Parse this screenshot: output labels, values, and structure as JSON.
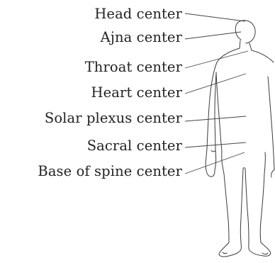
{
  "labels": {
    "head": "Head center",
    "ajna": "Ajna center",
    "throat": "Throat center",
    "heart": "Heart center",
    "solar_plexus": "Solar plexus center",
    "sacral": "Sacral center",
    "base_of_spine": "Base of spine center"
  },
  "colors": {
    "text": "#222222",
    "outline": "#3a3a3a",
    "background": "#ffffff"
  }
}
